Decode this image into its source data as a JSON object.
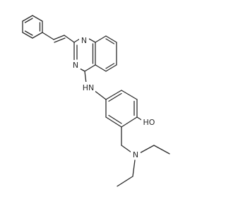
{
  "structure": {
    "atoms": {
      "n_quin_top": "N",
      "n_quin_mid": "N",
      "amine_nh": "HN",
      "hydroxyl": "HO",
      "diethylamino_n": "N"
    }
  },
  "colors": {
    "bond": "#2b2b2b",
    "label": "#2b2b2b",
    "background": "#ffffff"
  }
}
